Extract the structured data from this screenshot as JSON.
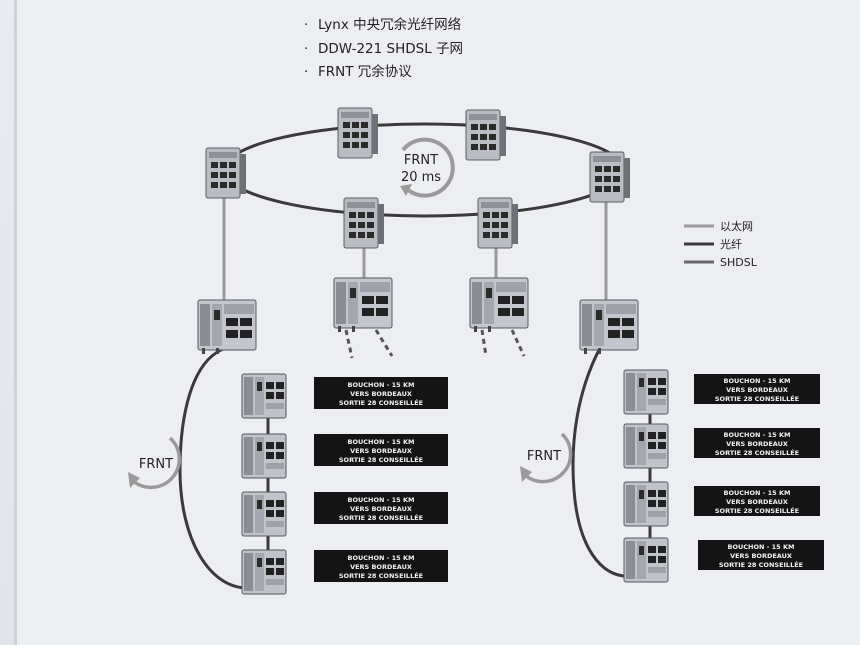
{
  "features": [
    "Lynx 中央冗余光纤网络",
    "DDW-221 SHDSL 子网",
    "FRNT 冗余协议"
  ],
  "bullet": "·",
  "core_ring": {
    "label_line1": "FRNT",
    "label_line2": "20 ms"
  },
  "left_ring": {
    "label": "FRNT"
  },
  "right_ring": {
    "label": "FRNT"
  },
  "legend": [
    {
      "label": "以太网",
      "color": "#9a9a9a"
    },
    {
      "label": "光纤",
      "color": "#3a3a3a"
    },
    {
      "label": "SHDSL",
      "color": "#6a6a6a"
    }
  ],
  "station_label": {
    "line1": "BOUCHON - 15 KM",
    "line2": "VERS   BORDEAUX",
    "line3": "SORTIE  28  CONSEILLÉE"
  },
  "colors": {
    "ring": "#3a3a3a",
    "ethernet": "#9a9a9a",
    "label_bg": "#141414",
    "label_text": "#f2f2f2"
  }
}
